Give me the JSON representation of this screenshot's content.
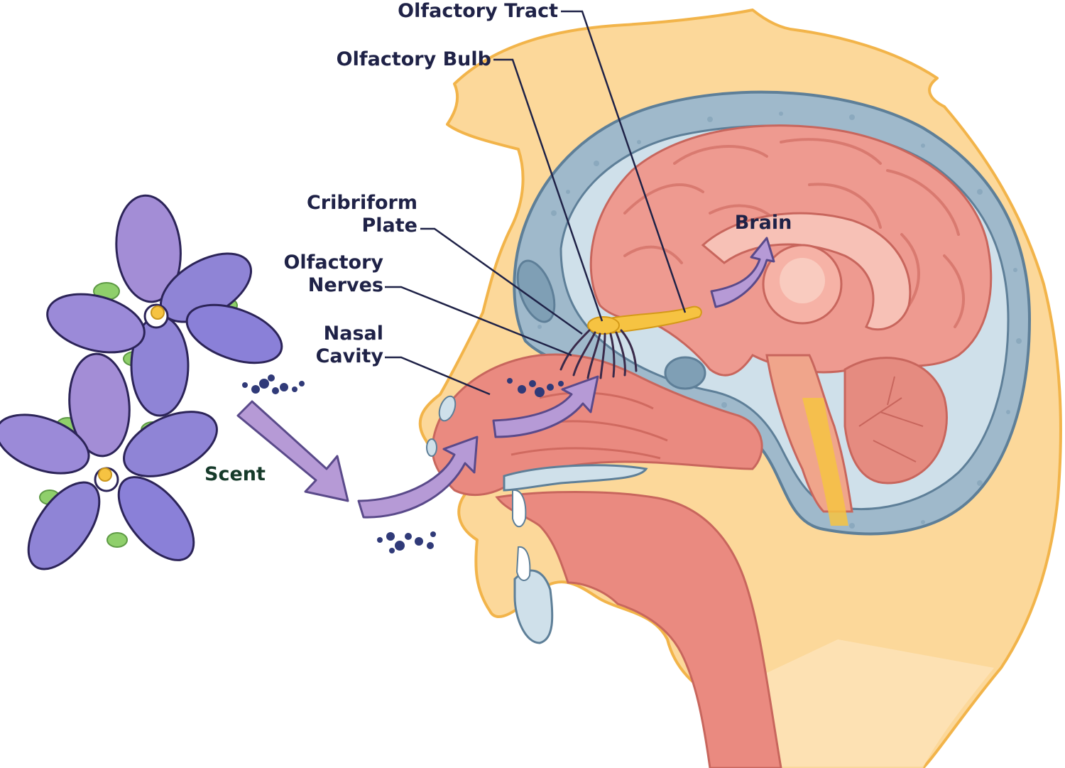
{
  "labels": {
    "olfactory_tract": "Olfactory Tract",
    "olfactory_bulb": "Olfactory Bulb",
    "cribriform_plate": [
      "Cribriform",
      "Plate"
    ],
    "olfactory_nerves": [
      "Olfactory",
      "Nerves"
    ],
    "nasal_cavity": [
      "Nasal",
      "Cavity"
    ],
    "brain": "Brain",
    "scent": "Scent"
  },
  "colors": {
    "skin": "#fcd89a",
    "skin_outline": "#f2b44a",
    "skull": "#9fb9cb",
    "skull_outline": "#5e7f98",
    "bone_light": "#cfe0ea",
    "brain": "#ee9a90",
    "brain_dark": "#d97a70",
    "brain_light": "#f7c1b6",
    "nasal_tissue": "#ea8a80",
    "olfactory_yellow": "#f6c342",
    "flower_petal": "#8f84d6",
    "flower_petal_light": "#b99ad8",
    "leaf": "#8fcf6b",
    "scent_arrow": "#b69ad6",
    "molecule": "#303a78",
    "ink": "#1f2247"
  }
}
